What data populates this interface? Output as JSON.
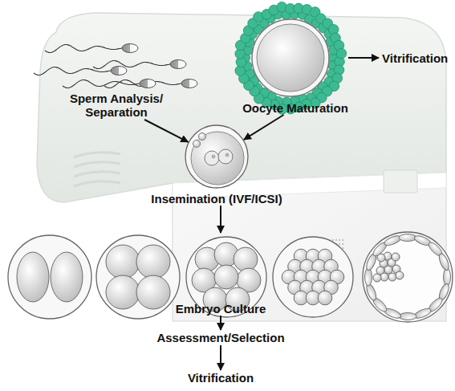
{
  "diagram": {
    "nodes": [
      {
        "text": [
          "Sperm Analysis/ Separation"
        ]
      },
      {
        "text": [
          "Oocyte Maturation"
        ]
      },
      {
        "text": [
          "Insemination (IVF/ICSI)"
        ]
      },
      {
        "text": [
          "Embryo Culture"
        ]
      },
      {
        "text": [
          "Assessment/Selection"
        ]
      },
      {
        "text": [
          "Vitrification"
        ]
      }
    ],
    "edges": [
      {
        "from": 0,
        "to": 2,
        "arrow": "to"
      },
      {
        "from": 1,
        "to": 2,
        "arrow": "to"
      },
      {
        "from": 2,
        "to": 3,
        "arrow": "to"
      },
      {
        "from": 3,
        "to": 4,
        "arrow": "to"
      },
      {
        "from": 4,
        "to": 5,
        "arrow": "to"
      }
    ],
    "labels": [
      "Vitrification"
    ]
  }
}
